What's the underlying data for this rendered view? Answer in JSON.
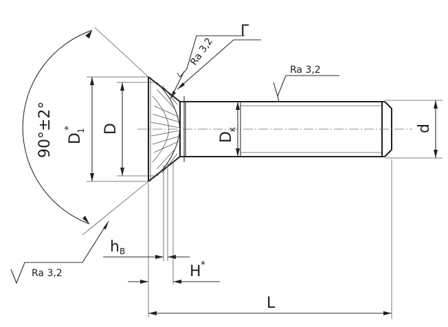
{
  "labels": {
    "angle": "90°±2°",
    "d1": "D",
    "d1_sub": "1",
    "d1_star": "*",
    "d": "D",
    "dk": "D",
    "dk_sub": "к",
    "thread_d": "d",
    "hb": "h",
    "hb_sub": "В",
    "h": "H",
    "h_star": "*",
    "length": "L",
    "gamma": "Г",
    "ra_head": "Ra 3,2",
    "ra_shank": "Ra 3,2",
    "ra_bottom": "Ra 3,2"
  }
}
